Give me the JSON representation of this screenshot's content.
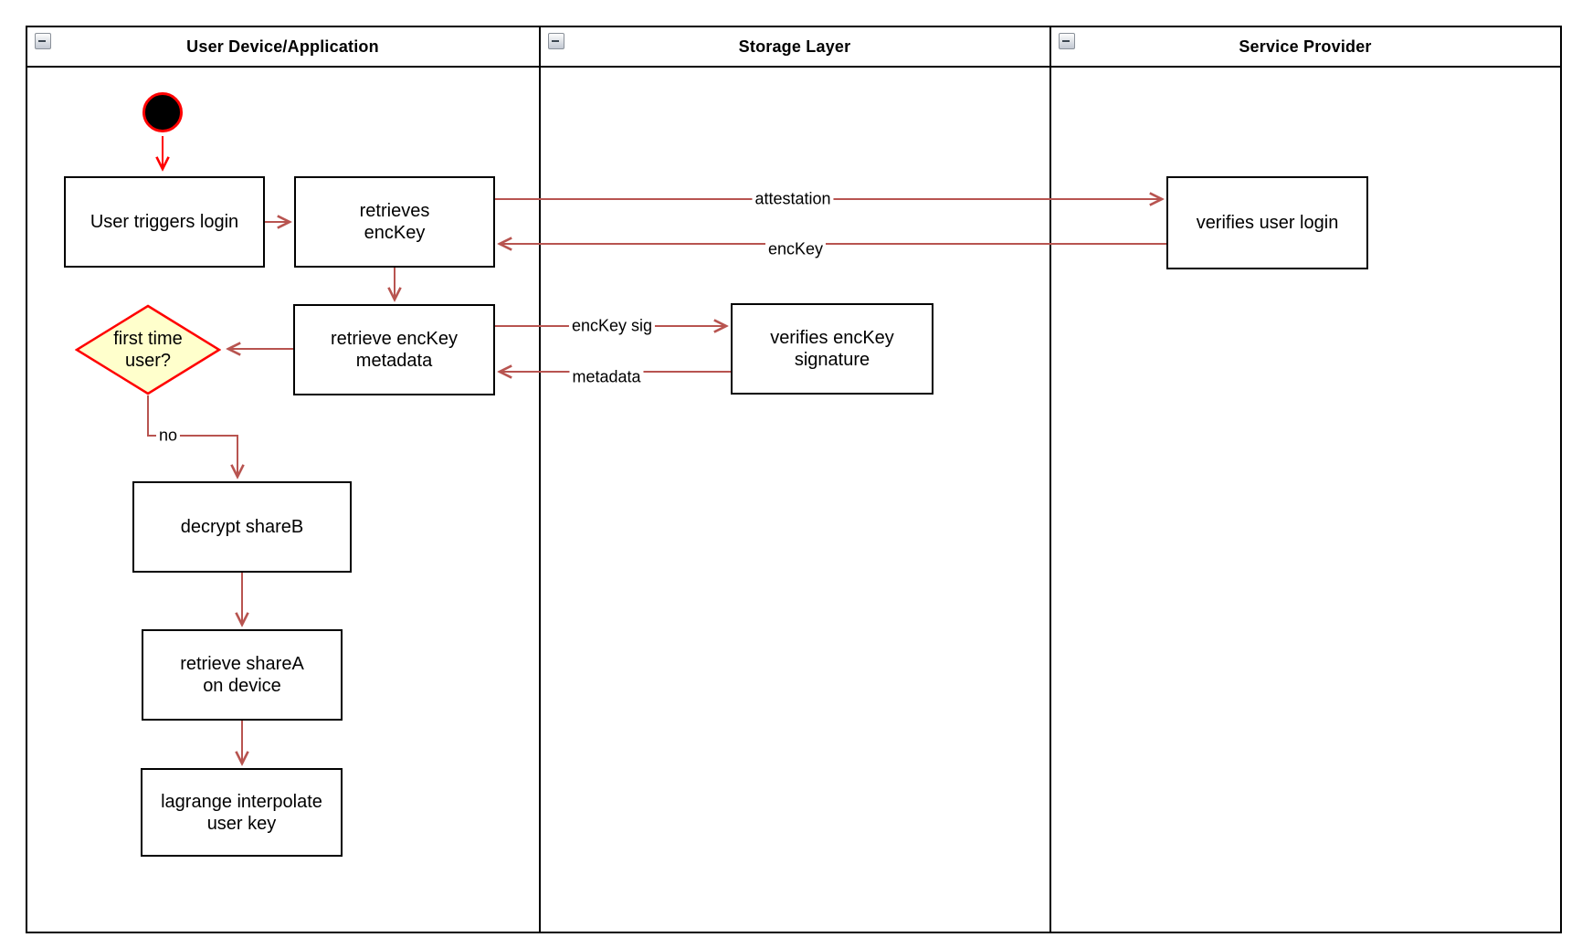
{
  "diagram": {
    "type": "swimlane-activity-diagram",
    "lanes": [
      {
        "title": "User Device/Application"
      },
      {
        "title": "Storage Layer"
      },
      {
        "title": "Service Provider"
      }
    ],
    "nodes": {
      "user_triggers_login": {
        "label": "User triggers login"
      },
      "retrieves_enckey": {
        "label": "retrieves\nencKey"
      },
      "retrieve_enckey_metadata": {
        "label": "retrieve encKey\nmetadata"
      },
      "first_time_user": {
        "label": "first time\nuser?"
      },
      "decrypt_shareb": {
        "label": "decrypt shareB"
      },
      "retrieve_sharea": {
        "label": "retrieve shareA\non device"
      },
      "lagrange_interpolate": {
        "label": "lagrange interpolate\nuser key"
      },
      "verifies_enckey_signature": {
        "label": "verifies encKey\nsignature"
      },
      "verifies_user_login": {
        "label": "verifies user login"
      }
    },
    "edge_labels": {
      "attestation": "attestation",
      "enckey": "encKey",
      "enckey_sig": "encKey sig",
      "metadata": "metadata",
      "no": "no"
    },
    "icons": {
      "collapse": "collapse-minus-icon"
    },
    "colors": {
      "connector": "#b85450",
      "start_accent": "#ff0000",
      "decision_fill": "#ffffcc",
      "decision_border": "#ff0000",
      "shape_border": "#000000",
      "shape_fill": "#ffffff"
    }
  }
}
